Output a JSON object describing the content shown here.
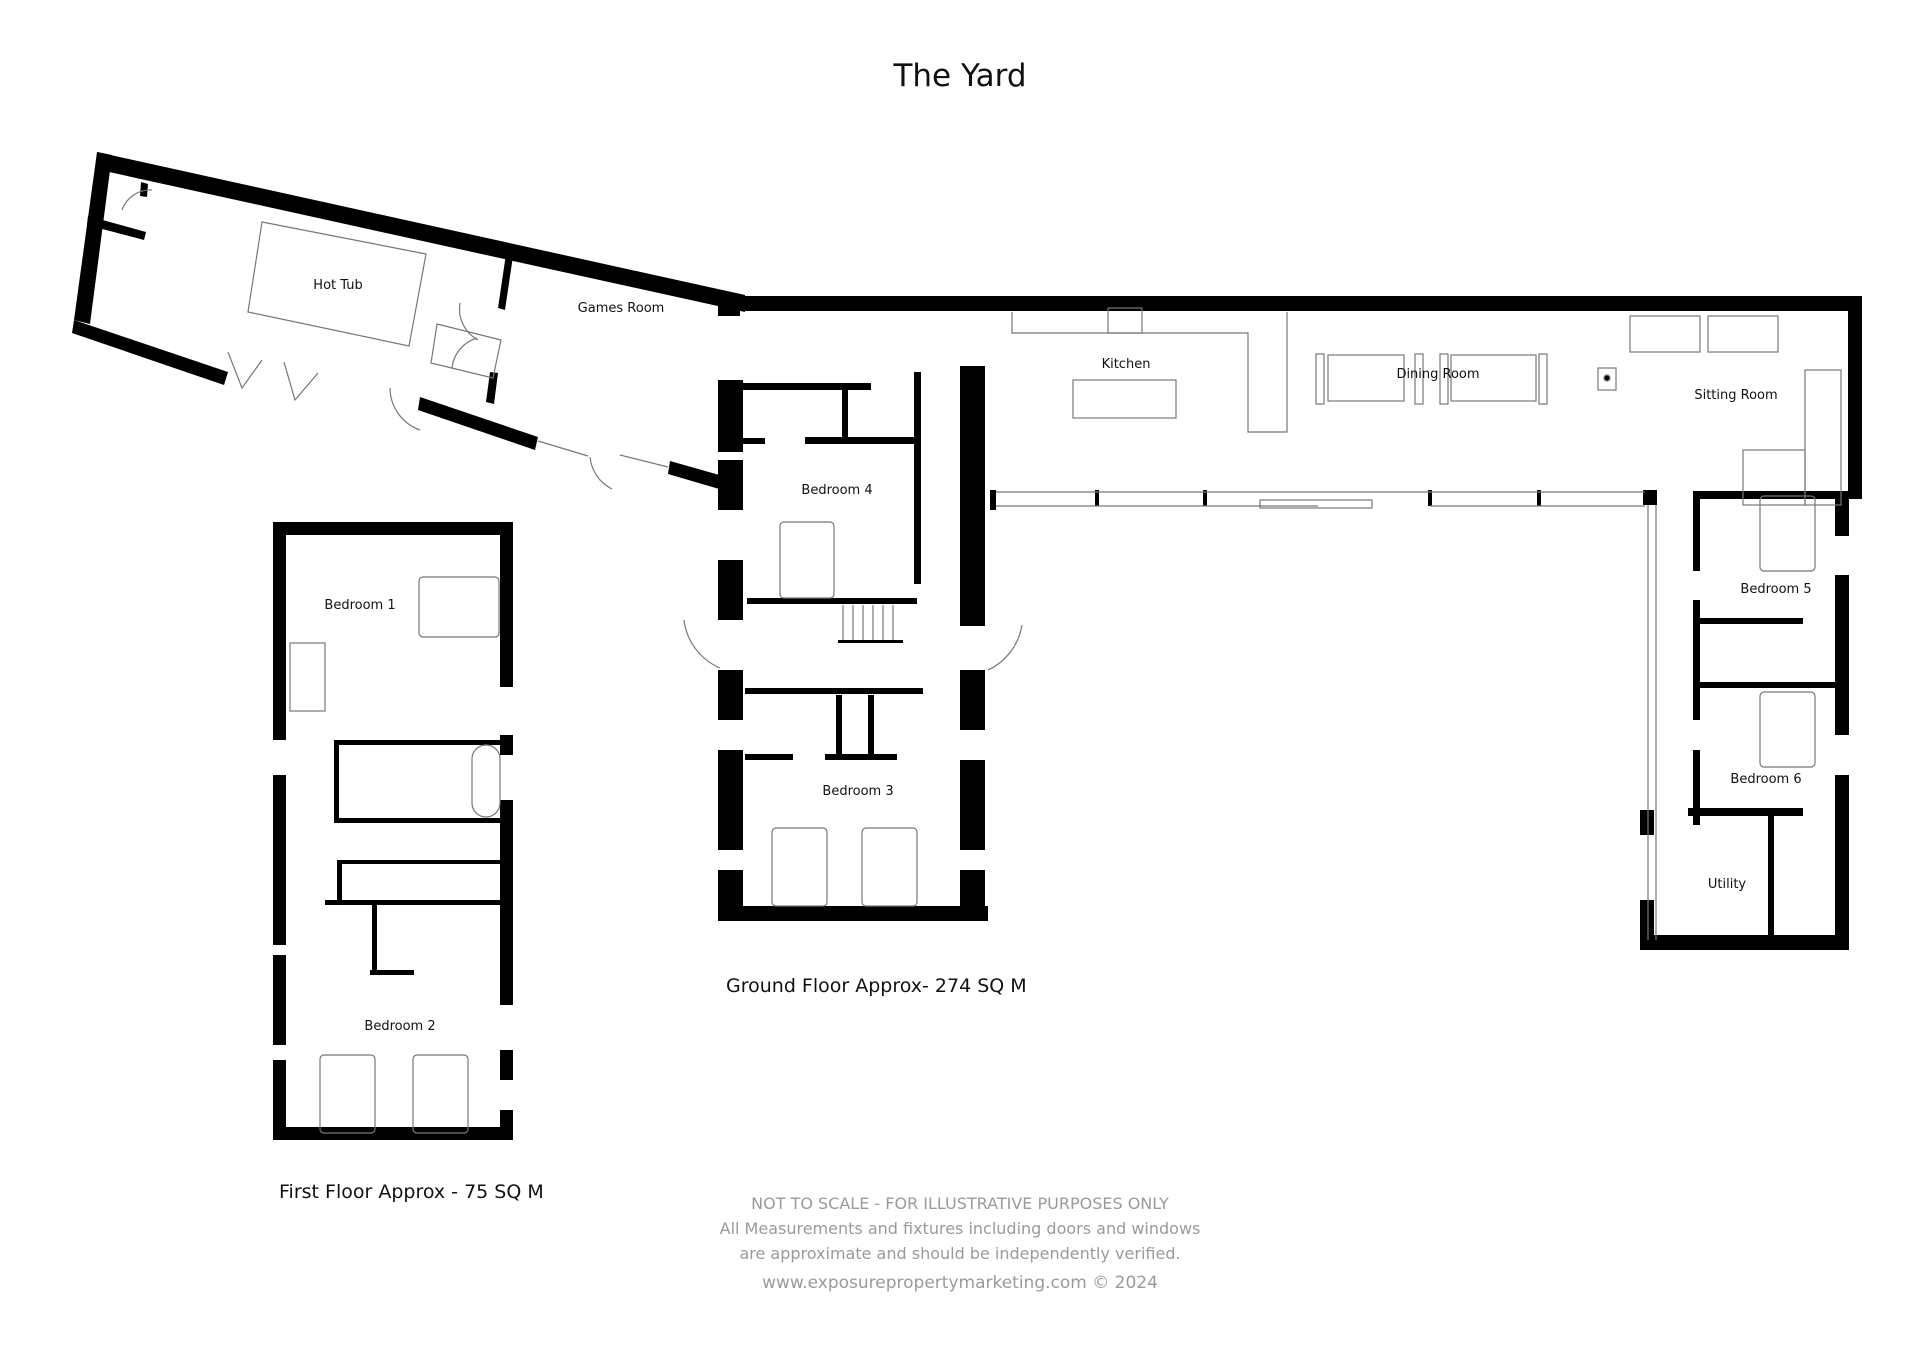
{
  "title": "The Yard",
  "colors": {
    "wall": "#000000",
    "fixture": "#777777",
    "disclaimer": "#9a9a9a"
  },
  "ground_floor": {
    "label": "Ground Floor Approx- 274 SQ M",
    "rooms": [
      {
        "name": "Hot Tub"
      },
      {
        "name": "Games Room"
      },
      {
        "name": "Kitchen"
      },
      {
        "name": "Dining Room"
      },
      {
        "name": "Sitting Room"
      },
      {
        "name": "Bedroom 4"
      },
      {
        "name": "Bedroom 3"
      },
      {
        "name": "Bedroom 5"
      },
      {
        "name": "Bedroom 6"
      },
      {
        "name": "Utility"
      }
    ]
  },
  "first_floor": {
    "label": "First Floor Approx - 75 SQ M",
    "rooms": [
      {
        "name": "Bedroom 1"
      },
      {
        "name": "Bedroom 2"
      }
    ]
  },
  "disclaimer": {
    "line1": "NOT TO SCALE - FOR ILLUSTRATIVE PURPOSES ONLY",
    "line2": "All Measurements and fixtures including doors and windows",
    "line3": "are approximate and should be independently verified.",
    "credit": "www.exposurepropertymarketing.com © 2024"
  }
}
